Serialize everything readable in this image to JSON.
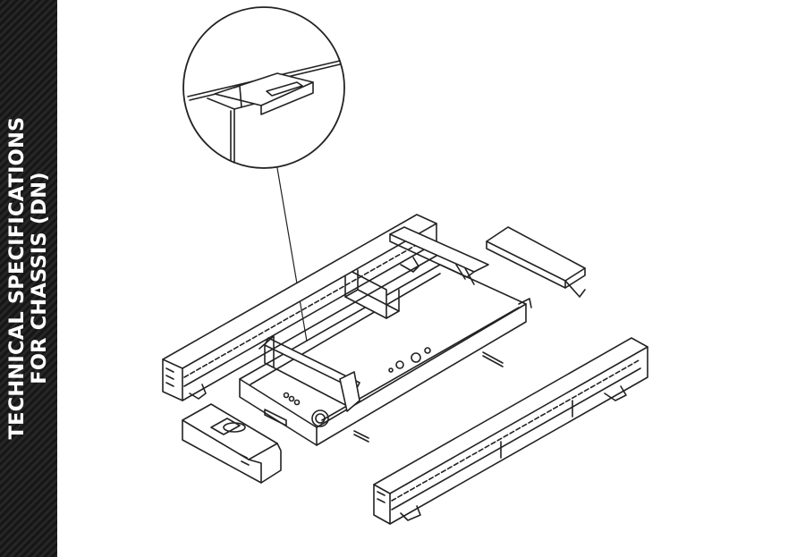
{
  "banner": {
    "line1": "TECHNICAL SPECIFICATIONS",
    "line2": "FOR CHASSIS (DN)",
    "background": "#1c1c1c",
    "text_color": "#ffffff"
  },
  "drawing": {
    "style": "isometric line drawing",
    "line_color": "#222222",
    "components": [
      "left-side-rail",
      "right-side-rail",
      "base-tray",
      "cross-brace",
      "front-bracket-plate",
      "loose-plank",
      "detail-callout"
    ]
  }
}
